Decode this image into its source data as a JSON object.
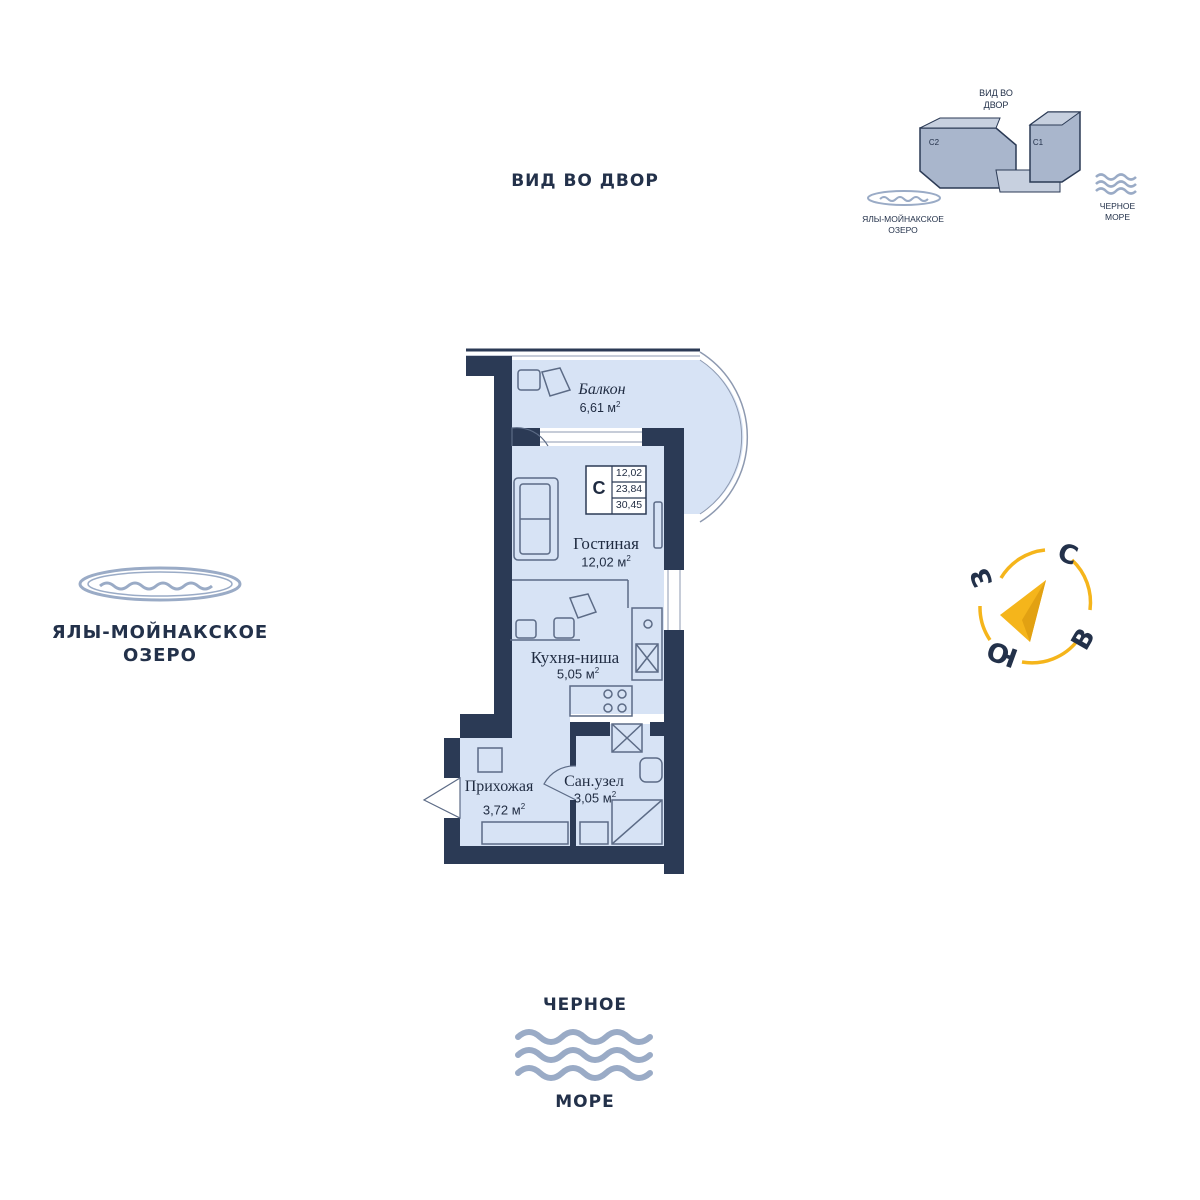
{
  "orientation": {
    "top_view": "ВИД ВО ДВОР",
    "left_lake_line1": "ЯЛЫ-МОЙНАКСКОЕ",
    "left_lake_line2": "ОЗЕРО",
    "bottom_sea_top": "ЧЕРНОЕ",
    "bottom_sea_bottom": "МОРЕ"
  },
  "minimap": {
    "view_line1": "ВИД ВО",
    "view_line2": "ДВОР",
    "block_c2": "С2",
    "block_c1": "С1",
    "lake_line1": "ЯЛЫ-МОЙНАКСКОЕ",
    "lake_line2": "ОЗЕРО",
    "sea_line1": "ЧЕРНОЕ",
    "sea_line2": "МОРЕ"
  },
  "compass": {
    "north": "С",
    "east": "В",
    "south": "Ю",
    "west": "З",
    "color": "#f5b51b"
  },
  "apartment": {
    "type_letter": "С",
    "living_area": "12,02",
    "total_area": "23,84",
    "total_with_balcony": "30,45"
  },
  "rooms": {
    "balcony": {
      "name": "Балкон",
      "area": "6,61 м",
      "sup": "2"
    },
    "living": {
      "name": "Гостиная",
      "area": "12,02 м",
      "sup": "2"
    },
    "kitchen": {
      "name": "Кухня-ниша",
      "area": "5,05 м",
      "sup": "2"
    },
    "hall": {
      "name": "Прихожая",
      "area": "3,72 м",
      "sup": "2"
    },
    "bath": {
      "name": "Сан.узел",
      "area": "3,05 м",
      "sup": "2"
    }
  },
  "colors": {
    "wall": "#2b3a55",
    "floor": "#d7e3f5",
    "line": "#5c6b86",
    "water": "#9aabc6"
  }
}
